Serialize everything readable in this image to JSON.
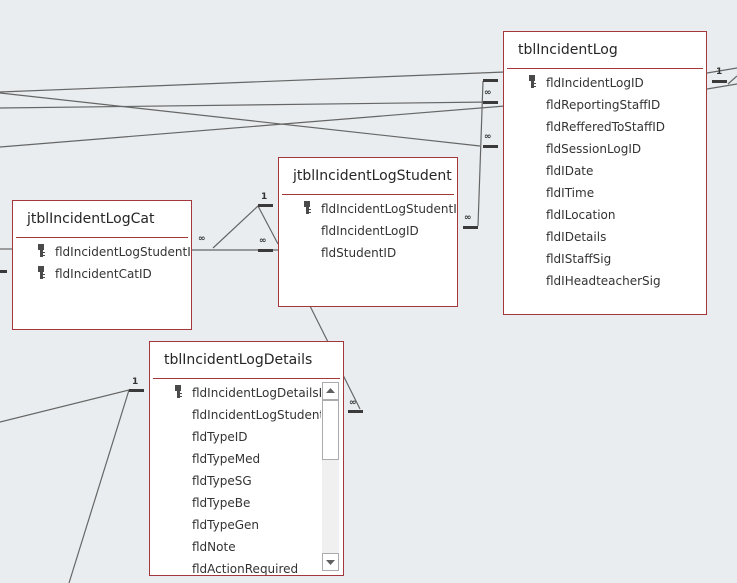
{
  "diagram": {
    "type": "relationships",
    "tables": [
      {
        "id": "tblIncidentLog",
        "title": "tblIncidentLog",
        "fields": [
          {
            "name": "fldIncidentLogID",
            "primary_key": true
          },
          {
            "name": "fldReportingStaffID",
            "primary_key": false
          },
          {
            "name": "fldRefferedToStaffID",
            "primary_key": false
          },
          {
            "name": "fldSessionLogID",
            "primary_key": false
          },
          {
            "name": "fldIDate",
            "primary_key": false
          },
          {
            "name": "fldITime",
            "primary_key": false
          },
          {
            "name": "fldILocation",
            "primary_key": false
          },
          {
            "name": "fldIDetails",
            "primary_key": false
          },
          {
            "name": "fldIStaffSig",
            "primary_key": false
          },
          {
            "name": "fldIHeadteacherSig",
            "primary_key": false
          }
        ]
      },
      {
        "id": "jtblIncidentLogStudent",
        "title": "jtblIncidentLogStudent",
        "fields": [
          {
            "name": "fldIncidentLogStudentID",
            "primary_key": true
          },
          {
            "name": "fldIncidentLogID",
            "primary_key": false
          },
          {
            "name": "fldStudentID",
            "primary_key": false
          }
        ]
      },
      {
        "id": "jtblIncidentLogCat",
        "title": "jtblIncidentLogCat",
        "fields": [
          {
            "name": "fldIncidentLogStudentID",
            "primary_key": true
          },
          {
            "name": "fldIncidentCatID",
            "primary_key": true
          }
        ]
      },
      {
        "id": "tblIncidentLogDetails",
        "title": "tblIncidentLogDetails",
        "fields": [
          {
            "name": "fldIncidentLogDetailsID",
            "primary_key": true
          },
          {
            "name": "fldIncidentLogStudentID",
            "primary_key": false
          },
          {
            "name": "fldTypeID",
            "primary_key": false
          },
          {
            "name": "fldTypeMed",
            "primary_key": false
          },
          {
            "name": "fldTypeSG",
            "primary_key": false
          },
          {
            "name": "fldTypeBe",
            "primary_key": false
          },
          {
            "name": "fldTypeGen",
            "primary_key": false
          },
          {
            "name": "fldNote",
            "primary_key": false
          },
          {
            "name": "fldActionRequired",
            "primary_key": false
          }
        ],
        "scrollbar": true
      }
    ],
    "cardinality_labels": {
      "one": "1",
      "many": "∞"
    },
    "colors": {
      "background": "#e9edf0",
      "table_border": "#a4373a",
      "line": "#555555"
    }
  }
}
